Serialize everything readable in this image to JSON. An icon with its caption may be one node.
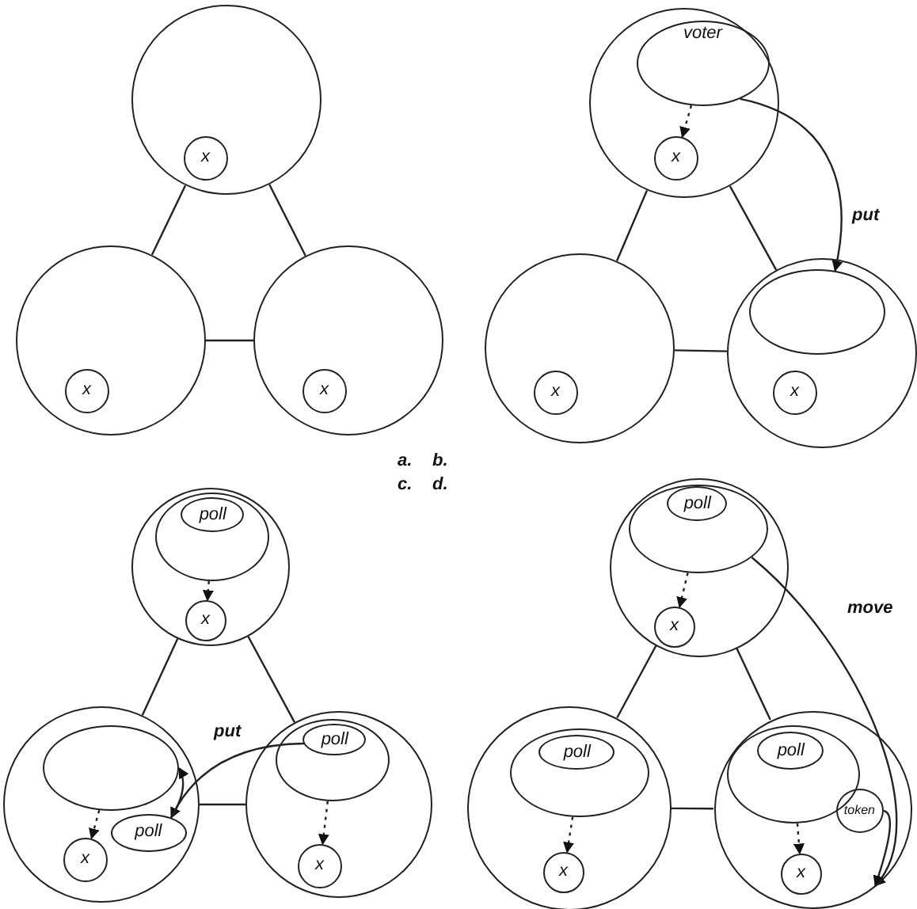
{
  "diagram": {
    "nodes": [
      {
        "text": [],
        "shape": "circle"
      },
      {
        "text": [
          "x"
        ],
        "in": 0
      },
      {
        "text": [],
        "shape": "circle"
      },
      {
        "text": [
          "x"
        ],
        "in": 2
      },
      {
        "text": [],
        "shape": "circle"
      },
      {
        "text": [
          "x"
        ],
        "in": 4
      },
      {
        "text": [],
        "shape": "circle"
      },
      {
        "text": [
          "voter"
        ],
        "in": 6
      },
      {
        "text": [
          "x"
        ],
        "in": 6
      },
      {
        "text": [],
        "shape": "circle"
      },
      {
        "text": [
          "x"
        ],
        "in": 9
      },
      {
        "text": [],
        "shape": "circle"
      },
      {
        "text": [],
        "shape": "oval",
        "in": 11
      },
      {
        "text": [
          "x"
        ],
        "in": 11
      },
      {
        "text": [],
        "shape": "circle"
      },
      {
        "text": [],
        "shape": "oval",
        "in": 14
      },
      {
        "text": [
          "poll"
        ],
        "in": 15
      },
      {
        "text": [
          "x"
        ],
        "in": 14
      },
      {
        "text": [],
        "shape": "circle"
      },
      {
        "text": [],
        "shape": "oval",
        "in": 18
      },
      {
        "text": [
          "poll"
        ],
        "in": 18
      },
      {
        "text": [
          "x"
        ],
        "in": 18
      },
      {
        "text": [],
        "shape": "circle"
      },
      {
        "text": [],
        "shape": "oval",
        "in": 22
      },
      {
        "text": [
          "poll"
        ],
        "in": 23
      },
      {
        "text": [
          "x"
        ],
        "in": 22
      },
      {
        "text": [],
        "shape": "circle"
      },
      {
        "text": [],
        "shape": "oval",
        "in": 26
      },
      {
        "text": [
          "poll"
        ],
        "in": 27
      },
      {
        "text": [
          "x"
        ],
        "in": 26
      },
      {
        "text": [],
        "shape": "circle"
      },
      {
        "text": [],
        "shape": "oval",
        "in": 30
      },
      {
        "text": [
          "poll"
        ],
        "in": 31
      },
      {
        "text": [
          "x"
        ],
        "in": 30
      },
      {
        "text": [],
        "shape": "circle"
      },
      {
        "text": [],
        "shape": "oval",
        "in": 34
      },
      {
        "text": [
          "poll"
        ],
        "in": 35
      },
      {
        "text": [
          "token"
        ],
        "in": 34
      },
      {
        "text": [
          "x"
        ],
        "in": 34
      }
    ],
    "edges": [
      {
        "from": 0,
        "to": 2,
        "arrow": "none"
      },
      {
        "from": 0,
        "to": 4,
        "arrow": "none"
      },
      {
        "from": 2,
        "to": 4,
        "arrow": "none"
      },
      {
        "from": 6,
        "to": 9,
        "arrow": "none"
      },
      {
        "from": 6,
        "to": 11,
        "arrow": "none"
      },
      {
        "from": 9,
        "to": 11,
        "arrow": "none"
      },
      {
        "from": 7,
        "to": 8,
        "arrow": "to",
        "style": "dashed"
      },
      {
        "from": 7,
        "to": 12,
        "arrow": "to",
        "label": "put"
      },
      {
        "from": 14,
        "to": 18,
        "arrow": "none"
      },
      {
        "from": 14,
        "to": 22,
        "arrow": "none"
      },
      {
        "from": 18,
        "to": 22,
        "arrow": "none"
      },
      {
        "from": 15,
        "to": 17,
        "arrow": "to",
        "style": "dashed"
      },
      {
        "from": 19,
        "to": 21,
        "arrow": "to",
        "style": "dashed"
      },
      {
        "from": 23,
        "to": 25,
        "arrow": "to",
        "style": "dashed"
      },
      {
        "from": 24,
        "to": 20,
        "arrow": "to",
        "label": "put"
      },
      {
        "from": 20,
        "to": 19,
        "arrow": "to"
      },
      {
        "from": 26,
        "to": 30,
        "arrow": "none"
      },
      {
        "from": 26,
        "to": 34,
        "arrow": "none"
      },
      {
        "from": 30,
        "to": 34,
        "arrow": "none"
      },
      {
        "from": 27,
        "to": 29,
        "arrow": "to",
        "style": "dashed"
      },
      {
        "from": 31,
        "to": 33,
        "arrow": "to",
        "style": "dashed"
      },
      {
        "from": 35,
        "to": 38,
        "arrow": "to",
        "style": "dashed"
      },
      {
        "from": 27,
        "to": 34,
        "arrow": "to",
        "label": "move"
      },
      {
        "from": 37,
        "to": 34,
        "arrow": "to"
      }
    ],
    "labels": [
      "a.",
      "b.",
      "c.",
      "d."
    ]
  }
}
